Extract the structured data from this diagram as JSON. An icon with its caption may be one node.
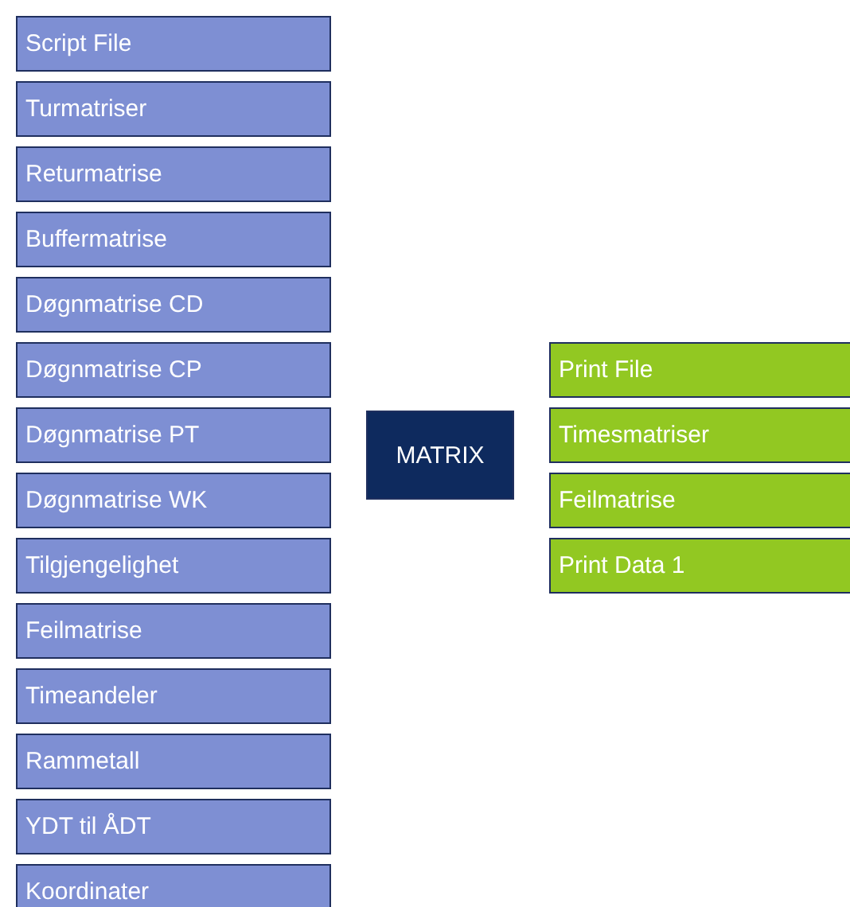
{
  "diagram": {
    "nodes": [
      {
        "text": [
          "Script File"
        ]
      },
      {
        "text": [
          "Turmatriser"
        ]
      },
      {
        "text": [
          "Returmatrise"
        ]
      },
      {
        "text": [
          "Buffermatrise"
        ]
      },
      {
        "text": [
          "Døgnmatrise CD"
        ]
      },
      {
        "text": [
          "Døgnmatrise CP"
        ]
      },
      {
        "text": [
          "Døgnmatrise PT"
        ]
      },
      {
        "text": [
          "Døgnmatrise WK"
        ]
      },
      {
        "text": [
          "Tilgjengelighet"
        ]
      },
      {
        "text": [
          "Feilmatrise"
        ]
      },
      {
        "text": [
          "Timeandeler"
        ]
      },
      {
        "text": [
          "Rammetall"
        ]
      },
      {
        "text": [
          "YDT til ÅDT"
        ]
      },
      {
        "text": [
          "Koordinater"
        ]
      },
      {
        "text": [
          "MATRIX"
        ]
      },
      {
        "text": [
          "Print File"
        ]
      },
      {
        "text": [
          "Timesmatriser"
        ]
      },
      {
        "text": [
          "Feilmatrise"
        ]
      },
      {
        "text": [
          "Print Data 1"
        ]
      }
    ]
  }
}
